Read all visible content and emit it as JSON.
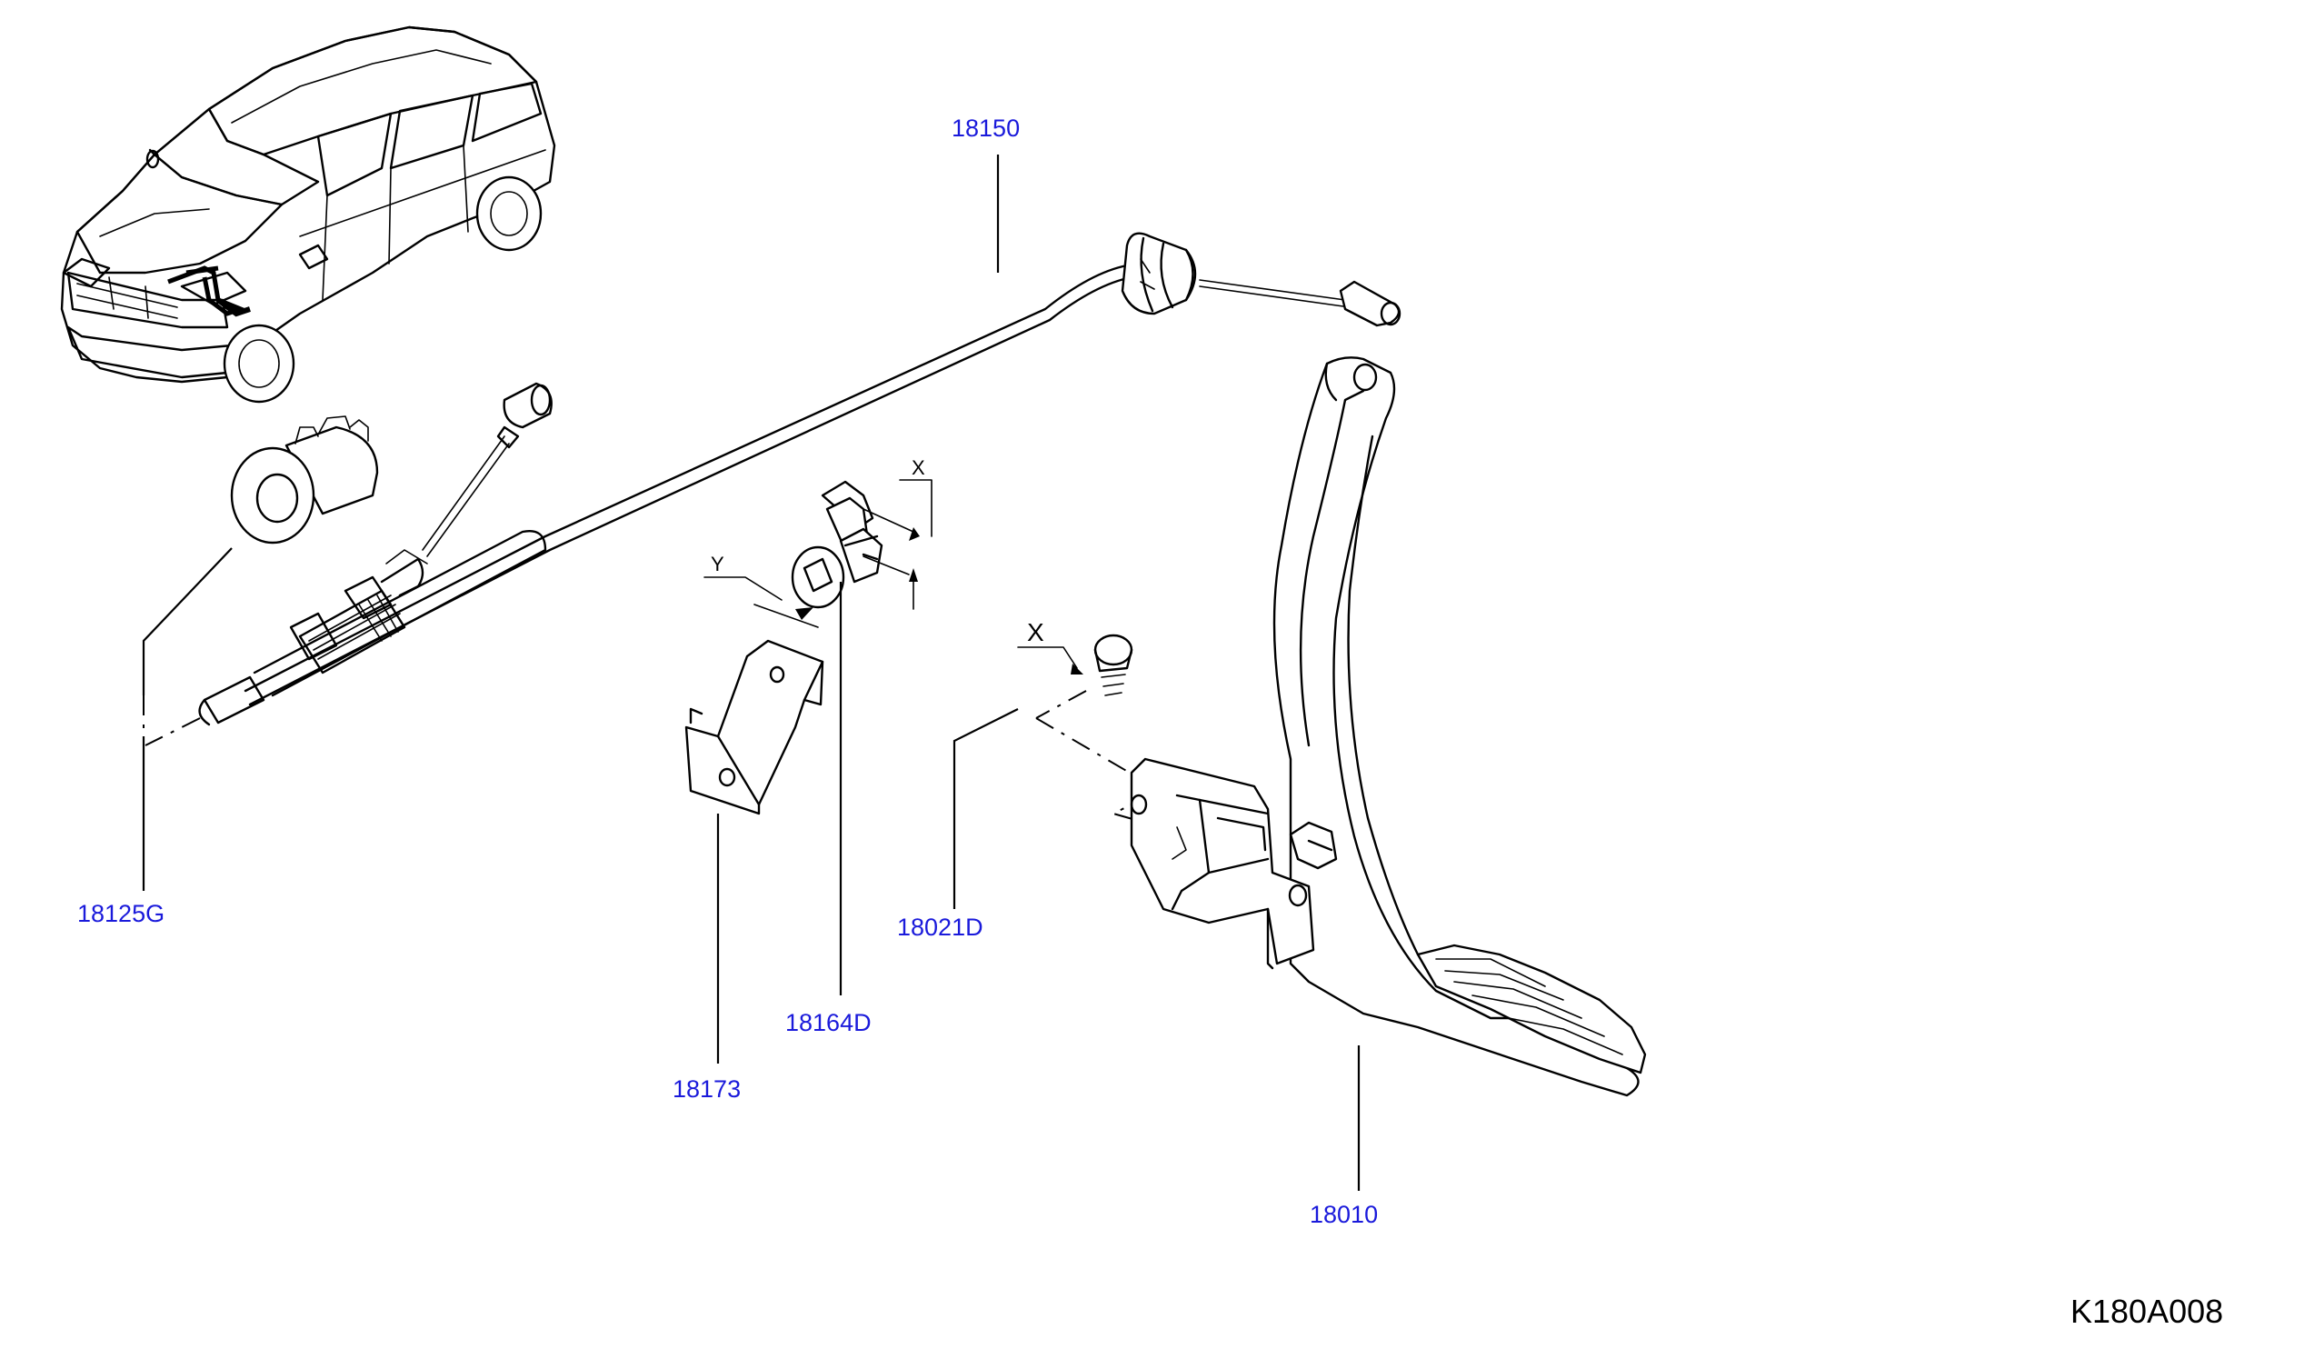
{
  "diagram": {
    "drawing_code": "K180A008",
    "parts": [
      {
        "id": "cable",
        "number": "18150"
      },
      {
        "id": "grommet",
        "number": "18125G"
      },
      {
        "id": "clip",
        "number": "18164D"
      },
      {
        "id": "bracket",
        "number": "18173"
      },
      {
        "id": "bolt",
        "number": "18021D"
      },
      {
        "id": "pedal",
        "number": "18010"
      }
    ],
    "view_markers": {
      "x_upper": "X",
      "y": "Y",
      "x_lower": "X"
    }
  },
  "colors": {
    "part_number": "#1a1adb",
    "line": "#000000",
    "background": "#ffffff"
  }
}
